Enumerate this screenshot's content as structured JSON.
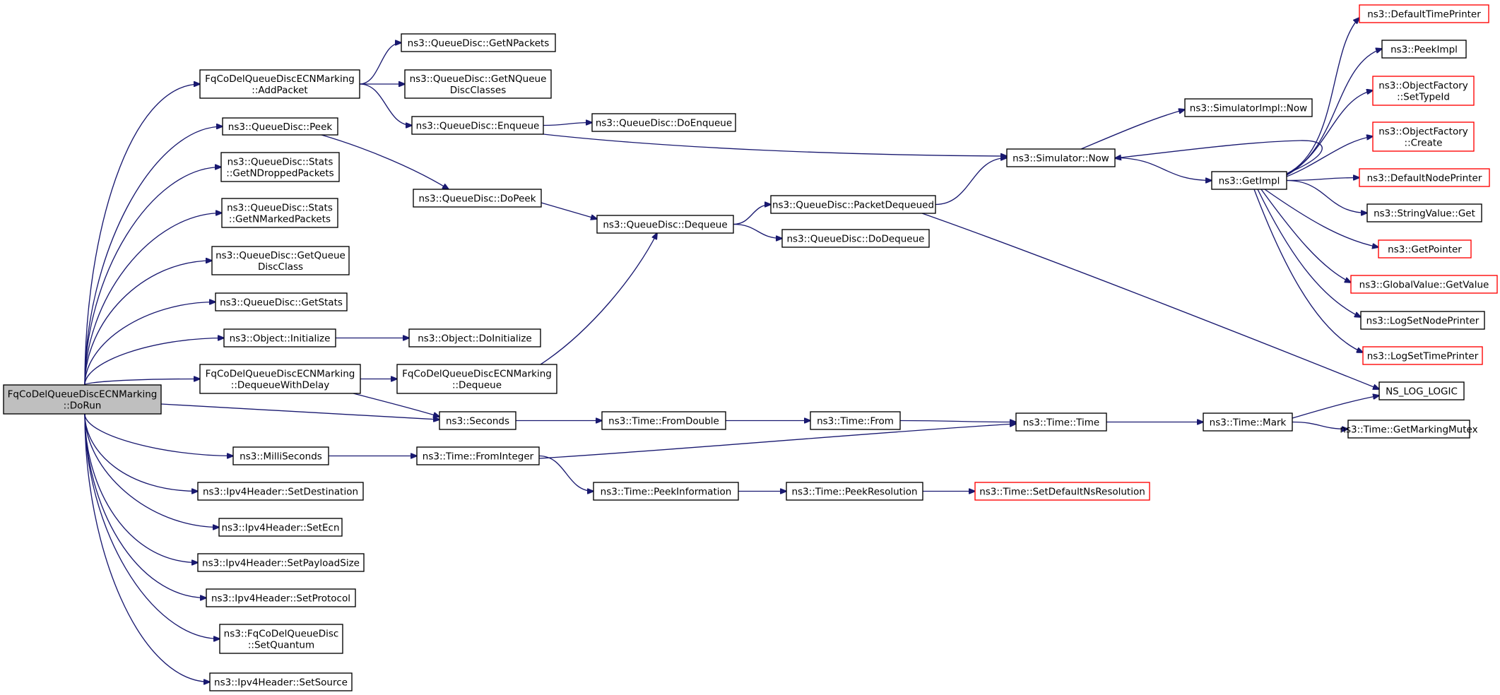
{
  "graph": {
    "root": "FqCoDelQueueDiscECNMarking\n::DoRun",
    "nodes": [
      {
        "id": "root",
        "label": "FqCoDelQueueDiscECNMarking\n::DoRun",
        "kind": "root"
      },
      {
        "id": "addpkt",
        "label": "FqCoDelQueueDiscECNMarking\n::AddPacket"
      },
      {
        "id": "getnpackets",
        "label": "ns3::QueueDisc::GetNPackets"
      },
      {
        "id": "getnqdc",
        "label": "ns3::QueueDisc::GetNQueue\nDiscClasses"
      },
      {
        "id": "enqueue",
        "label": "ns3::QueueDisc::Enqueue"
      },
      {
        "id": "doenqueue",
        "label": "ns3::QueueDisc::DoEnqueue"
      },
      {
        "id": "peek",
        "label": "ns3::QueueDisc::Peek"
      },
      {
        "id": "dopeek",
        "label": "ns3::QueueDisc::DoPeek"
      },
      {
        "id": "statsdropped",
        "label": "ns3::QueueDisc::Stats\n::GetNDroppedPackets"
      },
      {
        "id": "statsmarked",
        "label": "ns3::QueueDisc::Stats\n::GetNMarkedPackets"
      },
      {
        "id": "getqdc",
        "label": "ns3::QueueDisc::GetQueue\nDiscClass"
      },
      {
        "id": "getstats",
        "label": "ns3::QueueDisc::GetStats"
      },
      {
        "id": "objinit",
        "label": "ns3::Object::Initialize"
      },
      {
        "id": "objdoinit",
        "label": "ns3::Object::DoInitialize"
      },
      {
        "id": "dequeuedelay",
        "label": "FqCoDelQueueDiscECNMarking\n::DequeueWithDelay"
      },
      {
        "id": "fqdequeue",
        "label": "FqCoDelQueueDiscECNMarking\n::Dequeue"
      },
      {
        "id": "qddequeue",
        "label": "ns3::QueueDisc::Dequeue"
      },
      {
        "id": "pktdequeued",
        "label": "ns3::QueueDisc::PacketDequeued"
      },
      {
        "id": "dodequeue",
        "label": "ns3::QueueDisc::DoDequeue"
      },
      {
        "id": "seconds",
        "label": "ns3::Seconds"
      },
      {
        "id": "fromdouble",
        "label": "ns3::Time::FromDouble"
      },
      {
        "id": "timefrom",
        "label": "ns3::Time::From"
      },
      {
        "id": "timetime",
        "label": "ns3::Time::Time"
      },
      {
        "id": "timemark",
        "label": "ns3::Time::Mark"
      },
      {
        "id": "markmutex",
        "label": "ns3::Time::GetMarkingMutex"
      },
      {
        "id": "millis",
        "label": "ns3::MilliSeconds"
      },
      {
        "id": "frominteger",
        "label": "ns3::Time::FromInteger"
      },
      {
        "id": "peekinfo",
        "label": "ns3::Time::PeekInformation"
      },
      {
        "id": "peekres",
        "label": "ns3::Time::PeekResolution"
      },
      {
        "id": "setdefres",
        "label": "ns3::Time::SetDefaultNsResolution",
        "kind": "trunc"
      },
      {
        "id": "setdest",
        "label": "ns3::Ipv4Header::SetDestination"
      },
      {
        "id": "setecn",
        "label": "ns3::Ipv4Header::SetEcn"
      },
      {
        "id": "setpayload",
        "label": "ns3::Ipv4Header::SetPayloadSize"
      },
      {
        "id": "setprotocol",
        "label": "ns3::Ipv4Header::SetProtocol"
      },
      {
        "id": "setquantum",
        "label": "ns3::FqCoDelQueueDisc\n::SetQuantum"
      },
      {
        "id": "setsource",
        "label": "ns3::Ipv4Header::SetSource"
      },
      {
        "id": "simnow",
        "label": "ns3::Simulator::Now"
      },
      {
        "id": "simimplnow",
        "label": "ns3::SimulatorImpl::Now"
      },
      {
        "id": "getimpl",
        "label": "ns3::GetImpl"
      },
      {
        "id": "deftimeprinter",
        "label": "ns3::DefaultTimePrinter",
        "kind": "trunc"
      },
      {
        "id": "peekimpl",
        "label": "ns3::PeekImpl"
      },
      {
        "id": "ofsettypeid",
        "label": "ns3::ObjectFactory\n::SetTypeId",
        "kind": "trunc"
      },
      {
        "id": "ofcreate",
        "label": "ns3::ObjectFactory\n::Create",
        "kind": "trunc"
      },
      {
        "id": "defnodeprinter",
        "label": "ns3::DefaultNodePrinter",
        "kind": "trunc"
      },
      {
        "id": "strvalget",
        "label": "ns3::StringValue::Get"
      },
      {
        "id": "getpointer",
        "label": "ns3::GetPointer",
        "kind": "trunc"
      },
      {
        "id": "gvgetvalue",
        "label": "ns3::GlobalValue::GetValue",
        "kind": "trunc"
      },
      {
        "id": "logsetnode",
        "label": "ns3::LogSetNodePrinter"
      },
      {
        "id": "logsettime",
        "label": "ns3::LogSetTimePrinter",
        "kind": "trunc"
      },
      {
        "id": "nslog",
        "label": "NS_LOG_LOGIC"
      }
    ],
    "edges": [
      [
        "root",
        "addpkt"
      ],
      [
        "root",
        "peek"
      ],
      [
        "root",
        "statsdropped"
      ],
      [
        "root",
        "statsmarked"
      ],
      [
        "root",
        "getqdc"
      ],
      [
        "root",
        "getstats"
      ],
      [
        "root",
        "objinit"
      ],
      [
        "root",
        "dequeuedelay"
      ],
      [
        "root",
        "seconds"
      ],
      [
        "root",
        "millis"
      ],
      [
        "root",
        "setdest"
      ],
      [
        "root",
        "setecn"
      ],
      [
        "root",
        "setpayload"
      ],
      [
        "root",
        "setprotocol"
      ],
      [
        "root",
        "setquantum"
      ],
      [
        "root",
        "setsource"
      ],
      [
        "addpkt",
        "getnpackets"
      ],
      [
        "addpkt",
        "getnqdc"
      ],
      [
        "addpkt",
        "enqueue"
      ],
      [
        "enqueue",
        "doenqueue"
      ],
      [
        "enqueue",
        "simnow"
      ],
      [
        "peek",
        "dopeek"
      ],
      [
        "dopeek",
        "qddequeue"
      ],
      [
        "qddequeue",
        "pktdequeued"
      ],
      [
        "qddequeue",
        "dodequeue"
      ],
      [
        "pktdequeued",
        "simnow"
      ],
      [
        "pktdequeued",
        "nslog"
      ],
      [
        "objinit",
        "objdoinit"
      ],
      [
        "dequeuedelay",
        "fqdequeue"
      ],
      [
        "dequeuedelay",
        "seconds"
      ],
      [
        "fqdequeue",
        "qddequeue"
      ],
      [
        "seconds",
        "fromdouble"
      ],
      [
        "fromdouble",
        "timefrom"
      ],
      [
        "timefrom",
        "timetime"
      ],
      [
        "timetime",
        "timemark"
      ],
      [
        "timemark",
        "nslog"
      ],
      [
        "timemark",
        "markmutex"
      ],
      [
        "millis",
        "frominteger"
      ],
      [
        "frominteger",
        "timetime"
      ],
      [
        "frominteger",
        "peekinfo"
      ],
      [
        "peekinfo",
        "peekres"
      ],
      [
        "peekres",
        "setdefres"
      ],
      [
        "simnow",
        "simimplnow"
      ],
      [
        "simnow",
        "getimpl"
      ],
      [
        "getimpl",
        "deftimeprinter"
      ],
      [
        "getimpl",
        "peekimpl"
      ],
      [
        "getimpl",
        "ofsettypeid"
      ],
      [
        "getimpl",
        "ofcreate"
      ],
      [
        "getimpl",
        "defnodeprinter"
      ],
      [
        "getimpl",
        "strvalget"
      ],
      [
        "getimpl",
        "getpointer"
      ],
      [
        "getimpl",
        "gvgetvalue"
      ],
      [
        "getimpl",
        "logsetnode"
      ],
      [
        "getimpl",
        "logsettime"
      ],
      [
        "getimpl",
        "simnow"
      ]
    ]
  }
}
